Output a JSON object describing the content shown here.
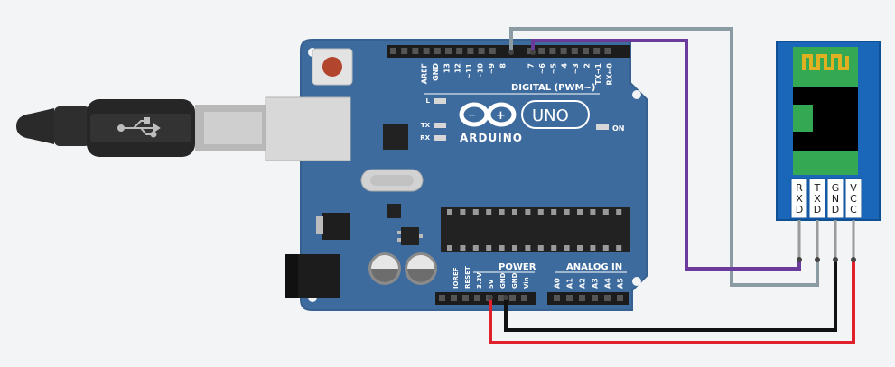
{
  "board": {
    "brand": "ARDUINO",
    "model": "UNO",
    "logo_icon": "infinity-logo-icon",
    "led_labels": [
      "L",
      "TX",
      "RX"
    ],
    "on_label": "ON",
    "digital_header_title": "DIGITAL (PWM~)",
    "digital_pins": [
      "AREF",
      "GND",
      "13",
      "12",
      "~11",
      "~10",
      "~9",
      "8",
      "7",
      "~6",
      "~5",
      "4",
      "~3",
      "2",
      "TX→1",
      "RX←0"
    ],
    "power_header_title": "POWER",
    "power_pins": [
      "IOREF",
      "RESET",
      "3.3V",
      "5V",
      "GND",
      "GND",
      "Vin"
    ],
    "analog_header_title": "ANALOG IN",
    "analog_pins": [
      "A0",
      "A1",
      "A2",
      "A3",
      "A4",
      "A5"
    ],
    "colors": {
      "pcb": "#3d6b9e",
      "header": "#1c1c1c",
      "chip": "#222222"
    }
  },
  "usb_cable": {
    "icon": "usb-icon"
  },
  "bluetooth_module": {
    "pins": [
      "RXD",
      "TXD",
      "GND",
      "VCC"
    ],
    "colors": {
      "body": "#1a66b8",
      "antenna": "#e0b020",
      "pcb": "#34a853"
    }
  },
  "wires": [
    {
      "name": "wire-gray-pin8-txd",
      "color": "#8c9aa3"
    },
    {
      "name": "wire-purple-pin7-rxd",
      "color": "#6a3b9a"
    },
    {
      "name": "wire-black-gnd",
      "color": "#111111"
    },
    {
      "name": "wire-red-5v-vcc",
      "color": "#e0202a"
    }
  ]
}
